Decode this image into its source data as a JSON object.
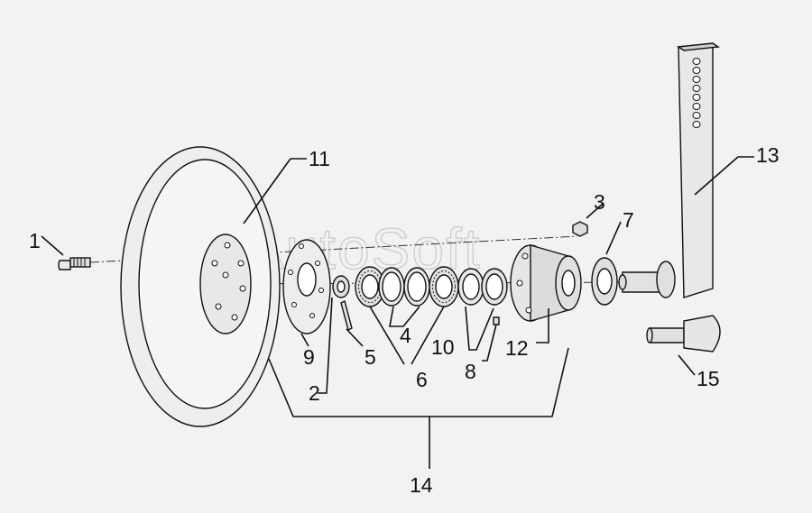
{
  "watermark": "AutoSoft",
  "labels": {
    "p1": "1",
    "p2": "2",
    "p3": "3",
    "p4": "4",
    "p5": "5",
    "p6": "6",
    "p7": "7",
    "p8": "8",
    "p9": "9",
    "p10": "10",
    "p11": "11",
    "p12": "12",
    "p13": "13",
    "p14": "14",
    "p15": "15"
  }
}
